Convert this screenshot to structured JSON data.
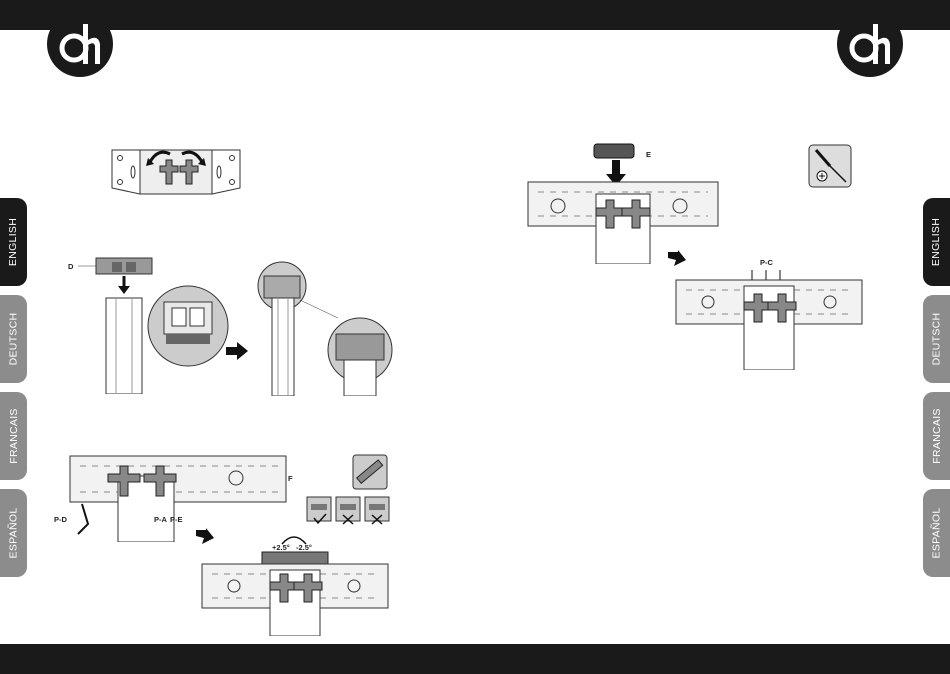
{
  "tabs": [
    {
      "label": "ENGLISH",
      "active": true
    },
    {
      "label": "DEUTSCH",
      "active": false
    },
    {
      "label": "FRANCAIS",
      "active": false
    },
    {
      "label": "ESPAÑOL",
      "active": false
    }
  ],
  "labels": {
    "part_d": "D",
    "part_e": "E",
    "part_f": "F",
    "part_pd": "P-D",
    "part_pa": "P-A",
    "part_pe": "P-E",
    "part_pc": "P-C",
    "tilt_plus": "+2.5°",
    "tilt_minus": "-2.5°"
  },
  "colors": {
    "band": "#1a1a1a",
    "tab_inactive": "#8c8c8c",
    "tab_active": "#1a1a1a"
  },
  "icons": [
    "brand-logo",
    "screwdriver-icon",
    "spirit-level-icon",
    "arrow-icon"
  ]
}
